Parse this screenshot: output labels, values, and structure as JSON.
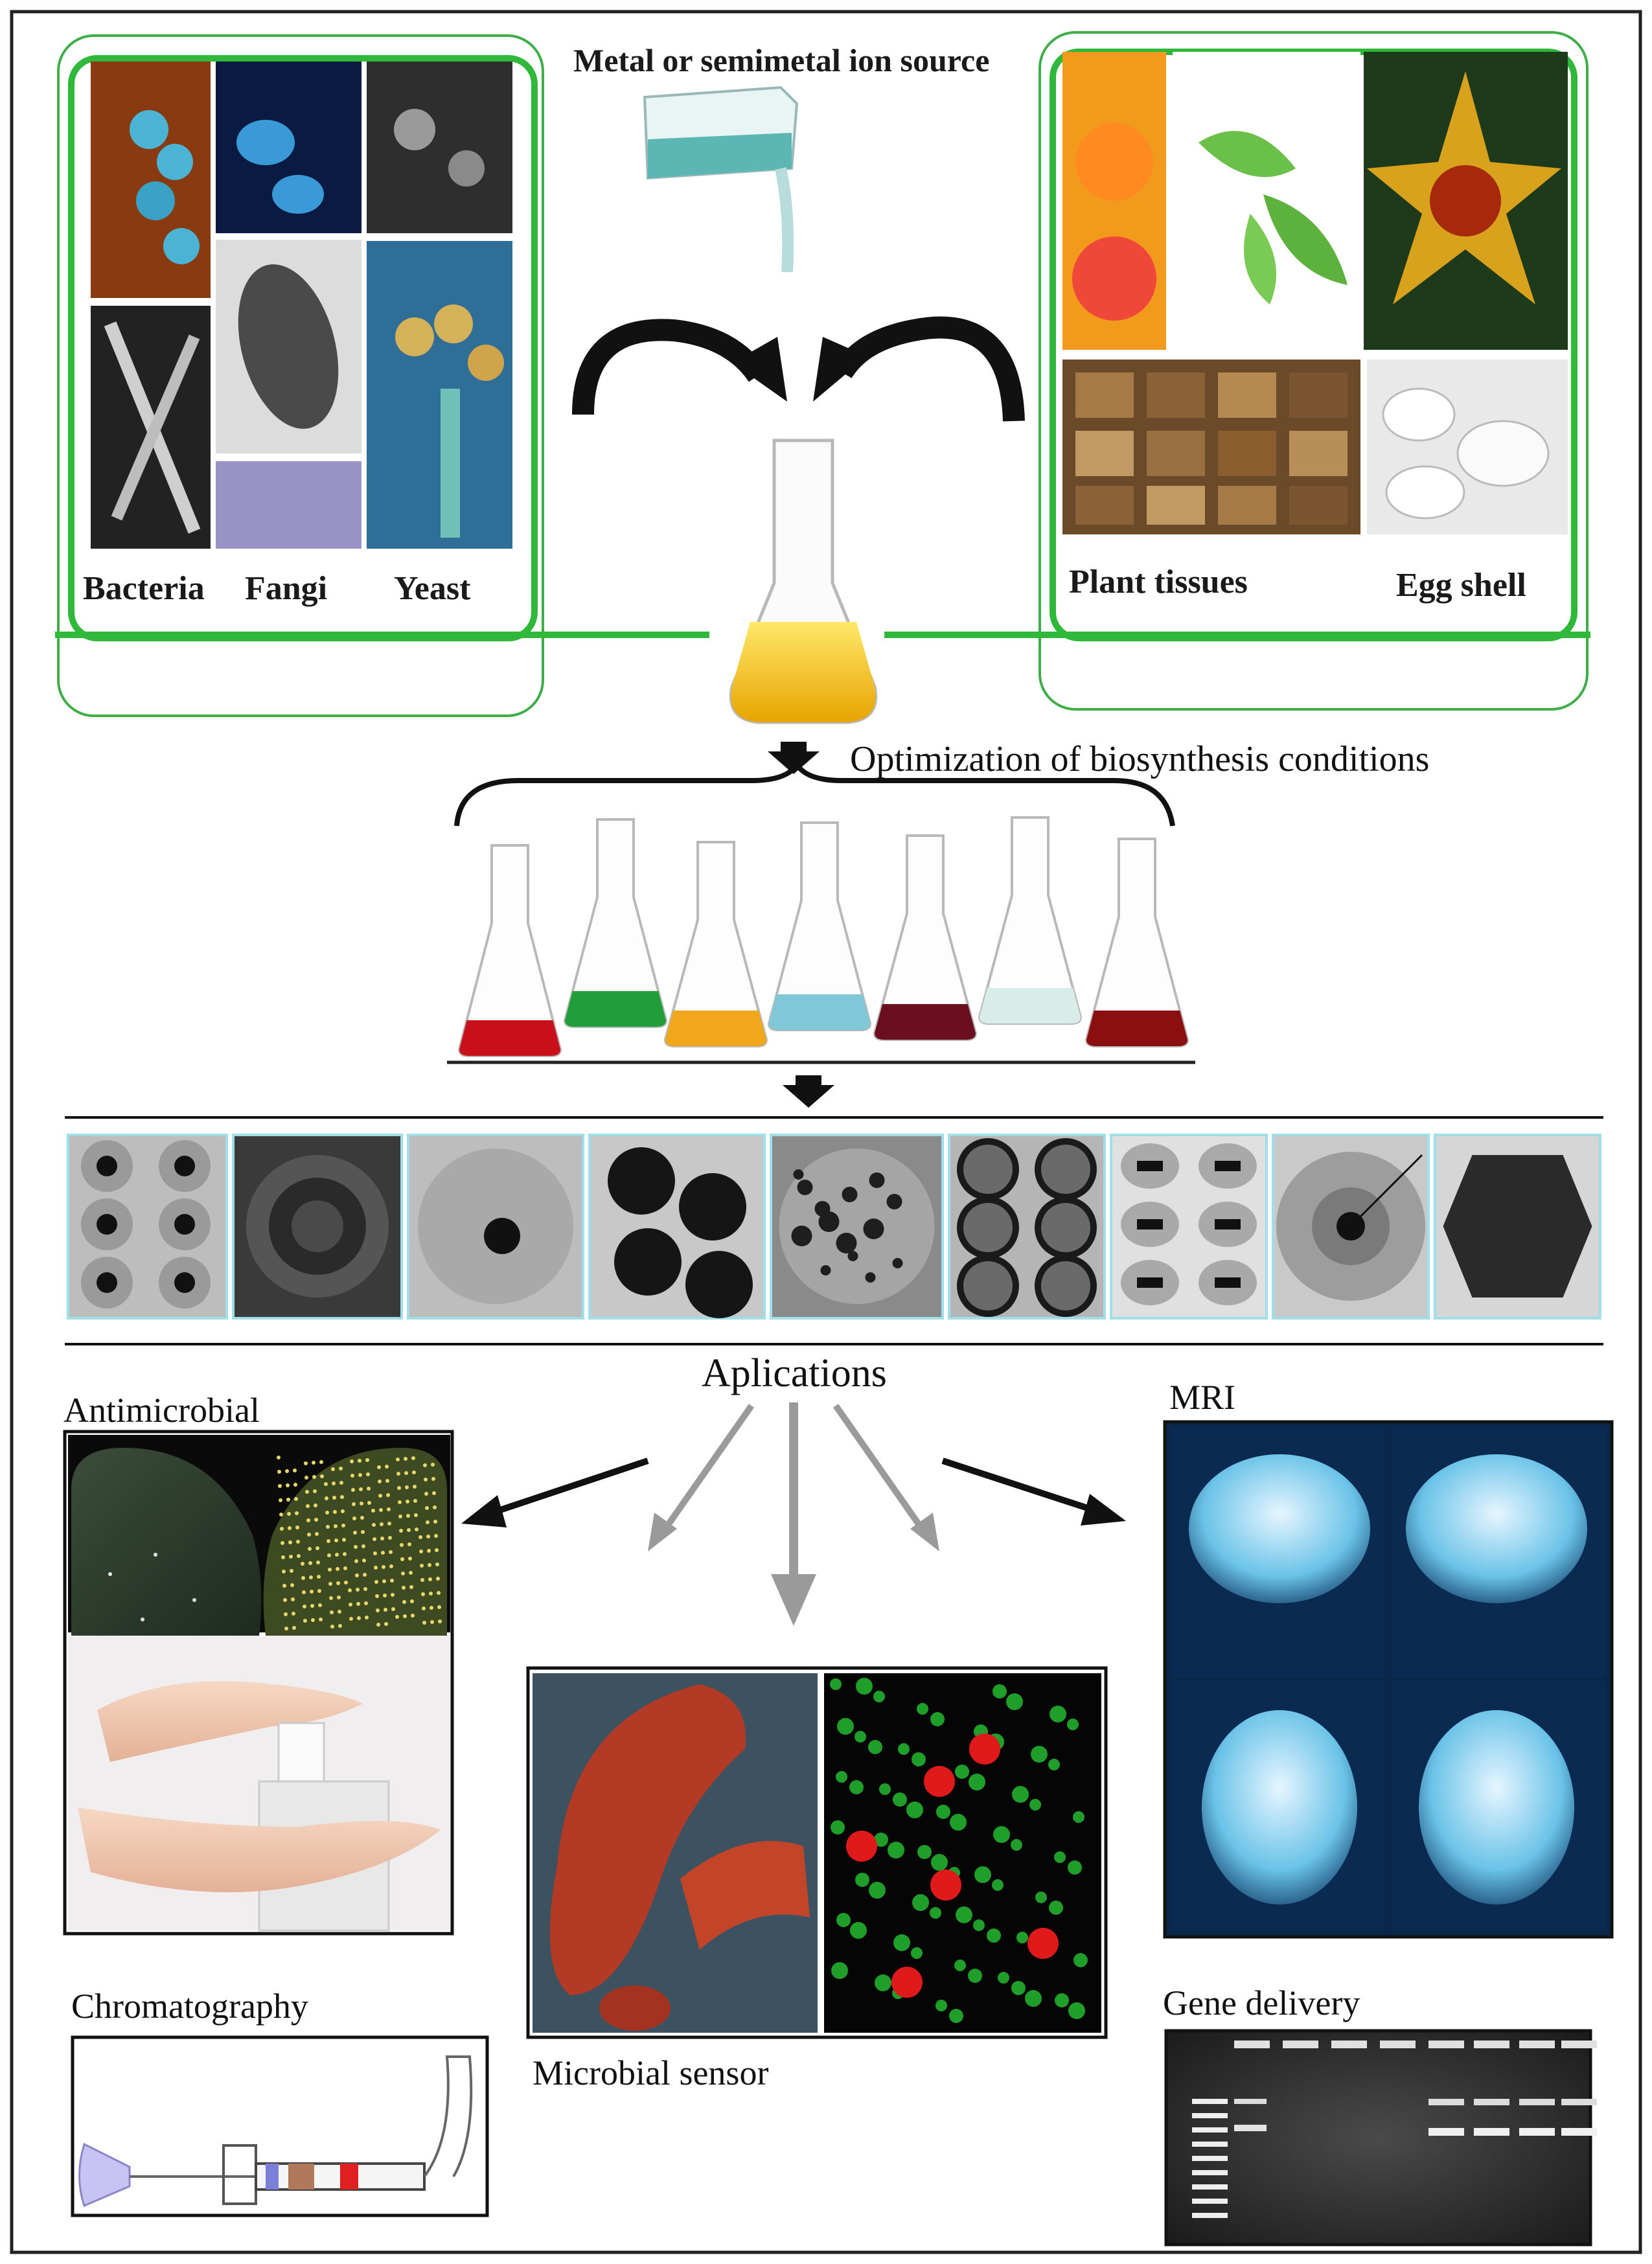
{
  "top": {
    "source_label": "Metal or semimetal ion source",
    "microbes": {
      "labels": [
        "Bacteria",
        "Fangi",
        "Yeast"
      ]
    },
    "plants": {
      "labels": [
        "Plant tissues",
        "Egg shell"
      ]
    },
    "optimization_label": "Optimization of biosynthesis conditions"
  },
  "applications": {
    "title": "Aplications",
    "items": {
      "antimicrobial": "Antimicrobial",
      "mri": "MRI",
      "chromatography": "Chromatography",
      "microbial_sensor": "Microbial sensor",
      "gene_delivery": "Gene delivery"
    }
  },
  "colors": {
    "frame_green": "#2fb83a",
    "box_green": "#3fae49",
    "arrow_black": "#111111",
    "arrow_gray": "#9a9a9a",
    "flask_fills": [
      "#c8101a",
      "#1f9e3a",
      "#f0a81a",
      "#7ec8d8",
      "#6b0f1e",
      "#d8ece8",
      "#8b0f10"
    ]
  },
  "icons": [
    "curved-arrow-left-icon",
    "curved-arrow-right-icon",
    "down-arrow-icon",
    "flask-icon",
    "test-tube-icon"
  ]
}
